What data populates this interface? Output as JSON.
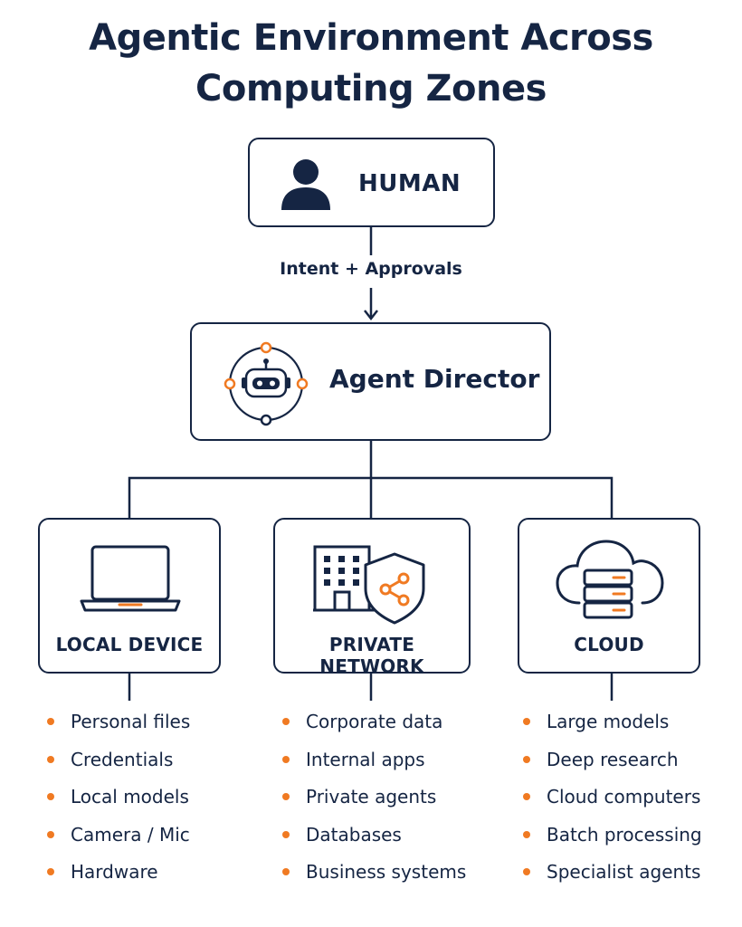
{
  "title": {
    "line1": "Agentic Environment Across",
    "line2": "Computing Zones"
  },
  "human": {
    "label": "HUMAN",
    "icon": "person-icon"
  },
  "flow_label": "Intent + Approvals",
  "director": {
    "label": "Agent Director",
    "icon": "robot-orbit-icon"
  },
  "colors": {
    "navy": "#152543",
    "accent": "#f07a22"
  },
  "zones": [
    {
      "label": "LOCAL DEVICE",
      "icon": "laptop-icon",
      "items": [
        "Personal files",
        "Credentials",
        "Local models",
        "Camera / Mic",
        "Hardware"
      ]
    },
    {
      "label": "PRIVATE NETWORK",
      "icon": "building-shield-icon",
      "items": [
        "Corporate data",
        "Internal apps",
        "Private agents",
        "Databases",
        "Business systems"
      ]
    },
    {
      "label": "CLOUD",
      "icon": "cloud-server-icon",
      "items": [
        "Large models",
        "Deep research",
        "Cloud computers",
        "Batch processing",
        "Specialist agents"
      ]
    }
  ]
}
